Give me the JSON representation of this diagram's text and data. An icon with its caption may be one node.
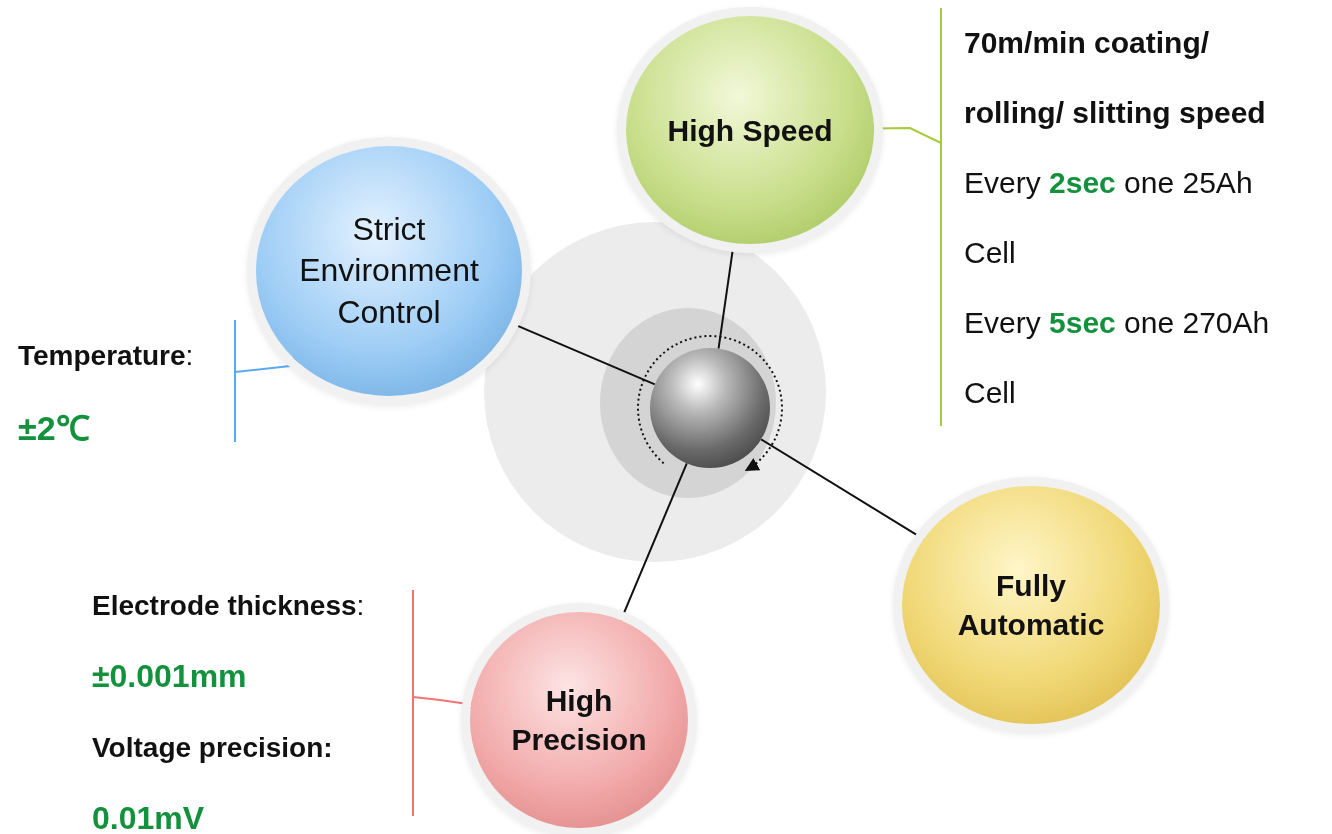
{
  "diagram": {
    "nodes": [
      {
        "text": [
          "Strict Environment Control"
        ]
      },
      {
        "text": [
          "High Speed"
        ]
      },
      {
        "text": [],
        "shape": "circle"
      },
      {
        "text": [
          "Fully Automatic"
        ]
      },
      {
        "text": [
          "High Precision"
        ]
      },
      {
        "text": [
          "**Temperature**:",
          "±2℃"
        ]
      },
      {
        "text": [
          "70m/min coating/ rolling/ slitting speed",
          "Every **2sec** one 25Ah Cell",
          "Every **5sec** one 270Ah Cell"
        ]
      },
      {
        "text": [
          "**Electrode thickness**:",
          "±0.001mm",
          "Voltage precision:",
          "0.01mV"
        ]
      }
    ],
    "edges": [
      {
        "from": 0,
        "to": 2,
        "arrow": "none"
      },
      {
        "from": 1,
        "to": 2,
        "arrow": "none"
      },
      {
        "from": 3,
        "to": 2,
        "arrow": "none"
      },
      {
        "from": 4,
        "to": 2,
        "arrow": "none"
      },
      {
        "from": 5,
        "to": 0,
        "arrow": "other",
        "color": "#5aaaf0"
      },
      {
        "from": 6,
        "to": 1,
        "arrow": "other",
        "color": "#a6cc3a"
      },
      {
        "from": 7,
        "to": 4,
        "arrow": "other",
        "color": "#f47474"
      },
      {
        "from": 2,
        "to": 2,
        "arrow": "to",
        "style": "dashed"
      }
    ]
  }
}
